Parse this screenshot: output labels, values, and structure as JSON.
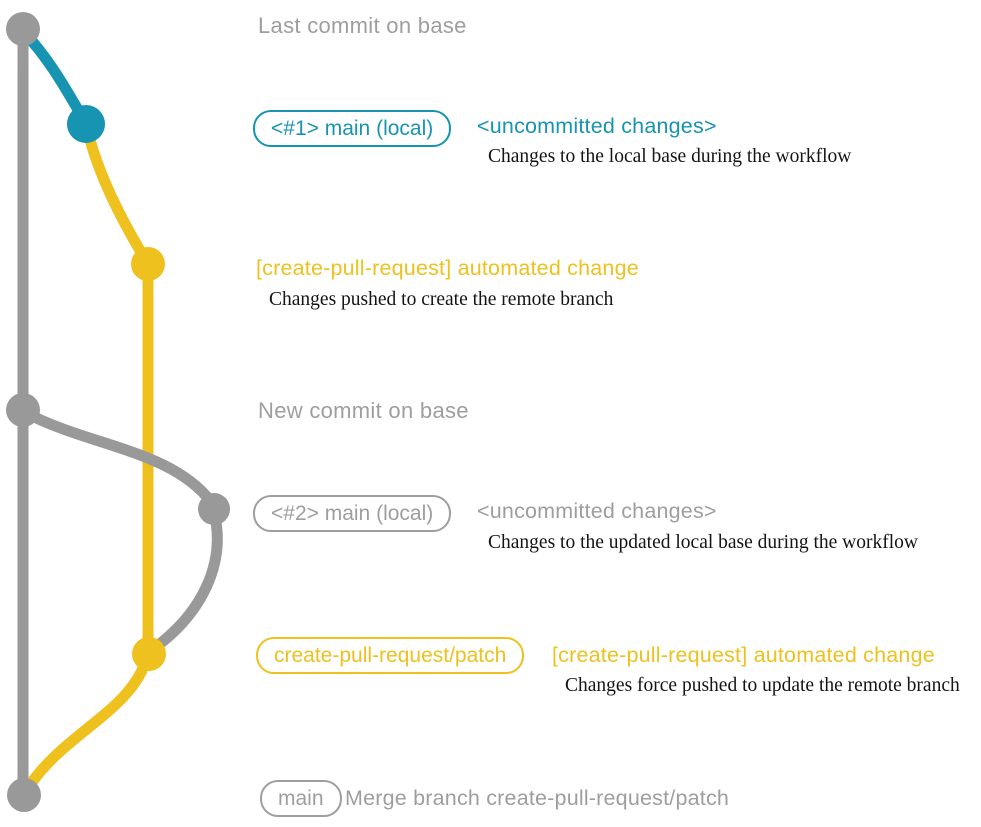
{
  "colors": {
    "gray": "#999999",
    "graytext": "#9e9e9e",
    "teal": "#1794b2",
    "yellow": "#eec11e",
    "ink": "#141414"
  },
  "rows": [
    {
      "text": "Last commit on base"
    },
    {
      "badge": "<#1> main (local)",
      "heading": "<uncommitted changes>",
      "desc": "Changes to the local base during the workflow"
    },
    {
      "heading": "[create-pull-request] automated change",
      "desc": "Changes pushed to create the remote branch"
    },
    {
      "text": "New commit on base"
    },
    {
      "badge": "<#2> main (local)",
      "heading": "<uncommitted changes>",
      "desc": "Changes to the updated local base during the workflow"
    },
    {
      "badge": "create-pull-request/patch",
      "heading": "[create-pull-request] automated change",
      "desc": "Changes force pushed to update the remote branch"
    },
    {
      "badge": "main",
      "heading": "Merge branch create-pull-request/patch"
    }
  ]
}
